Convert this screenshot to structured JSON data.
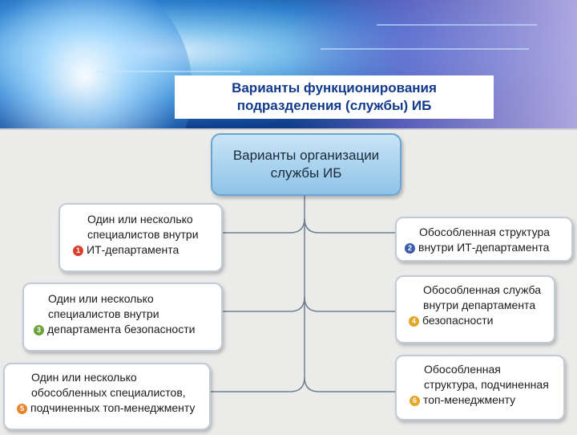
{
  "title": {
    "line1": "Варианты функционирования",
    "line2": "подразделения (службы) ИБ"
  },
  "root": {
    "line1": "Варианты организации",
    "line2": "службы ИБ"
  },
  "nodes": [
    {
      "num": "1",
      "color": "#d9412b",
      "lines": [
        "Один или несколько",
        "специалистов внутри",
        "ИТ-департамента"
      ]
    },
    {
      "num": "2",
      "color": "#3a5db0",
      "lines": [
        "Обособленная структура",
        "внутри ИТ-департамента"
      ]
    },
    {
      "num": "3",
      "color": "#6aa23a",
      "lines": [
        "Один или несколько",
        "специалистов внутри",
        "департамента безопасности"
      ]
    },
    {
      "num": "4",
      "color": "#e0a827",
      "lines": [
        "Обособленная служба",
        "внутри департамента",
        "безопасности"
      ]
    },
    {
      "num": "5",
      "color": "#e8842a",
      "lines": [
        "Один или несколько",
        "обособленных специалистов,",
        "подчиненных топ-менеджменту"
      ]
    },
    {
      "num": "6",
      "color": "#e6a62a",
      "lines": [
        "Обособленная",
        "структура, подчиненная",
        "топ-менеджменту"
      ]
    }
  ]
}
